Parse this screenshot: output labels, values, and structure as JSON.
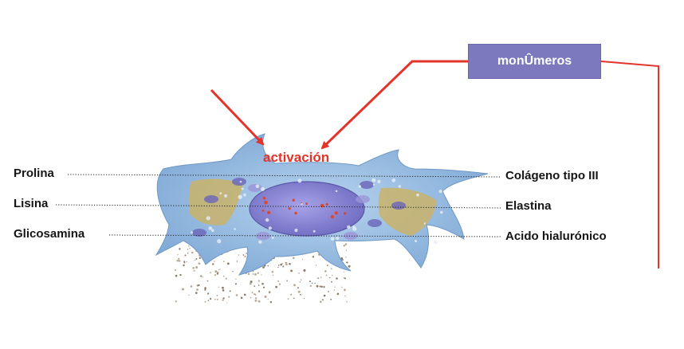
{
  "diagram": {
    "monomers_label": "monÛmeros",
    "activation_label": "activación",
    "left_labels": [
      "Prolina",
      "Lisina",
      "Glicosamina"
    ],
    "right_labels": [
      "Colágeno tipo III",
      "Elastina",
      "Acido hialurónico"
    ],
    "colors": {
      "arrow": "#e4332a",
      "box": "#7d79bf",
      "cell_body": "#8ab4dd",
      "nucleus": "#7c78c8",
      "fibers": "#c9b36a"
    }
  }
}
